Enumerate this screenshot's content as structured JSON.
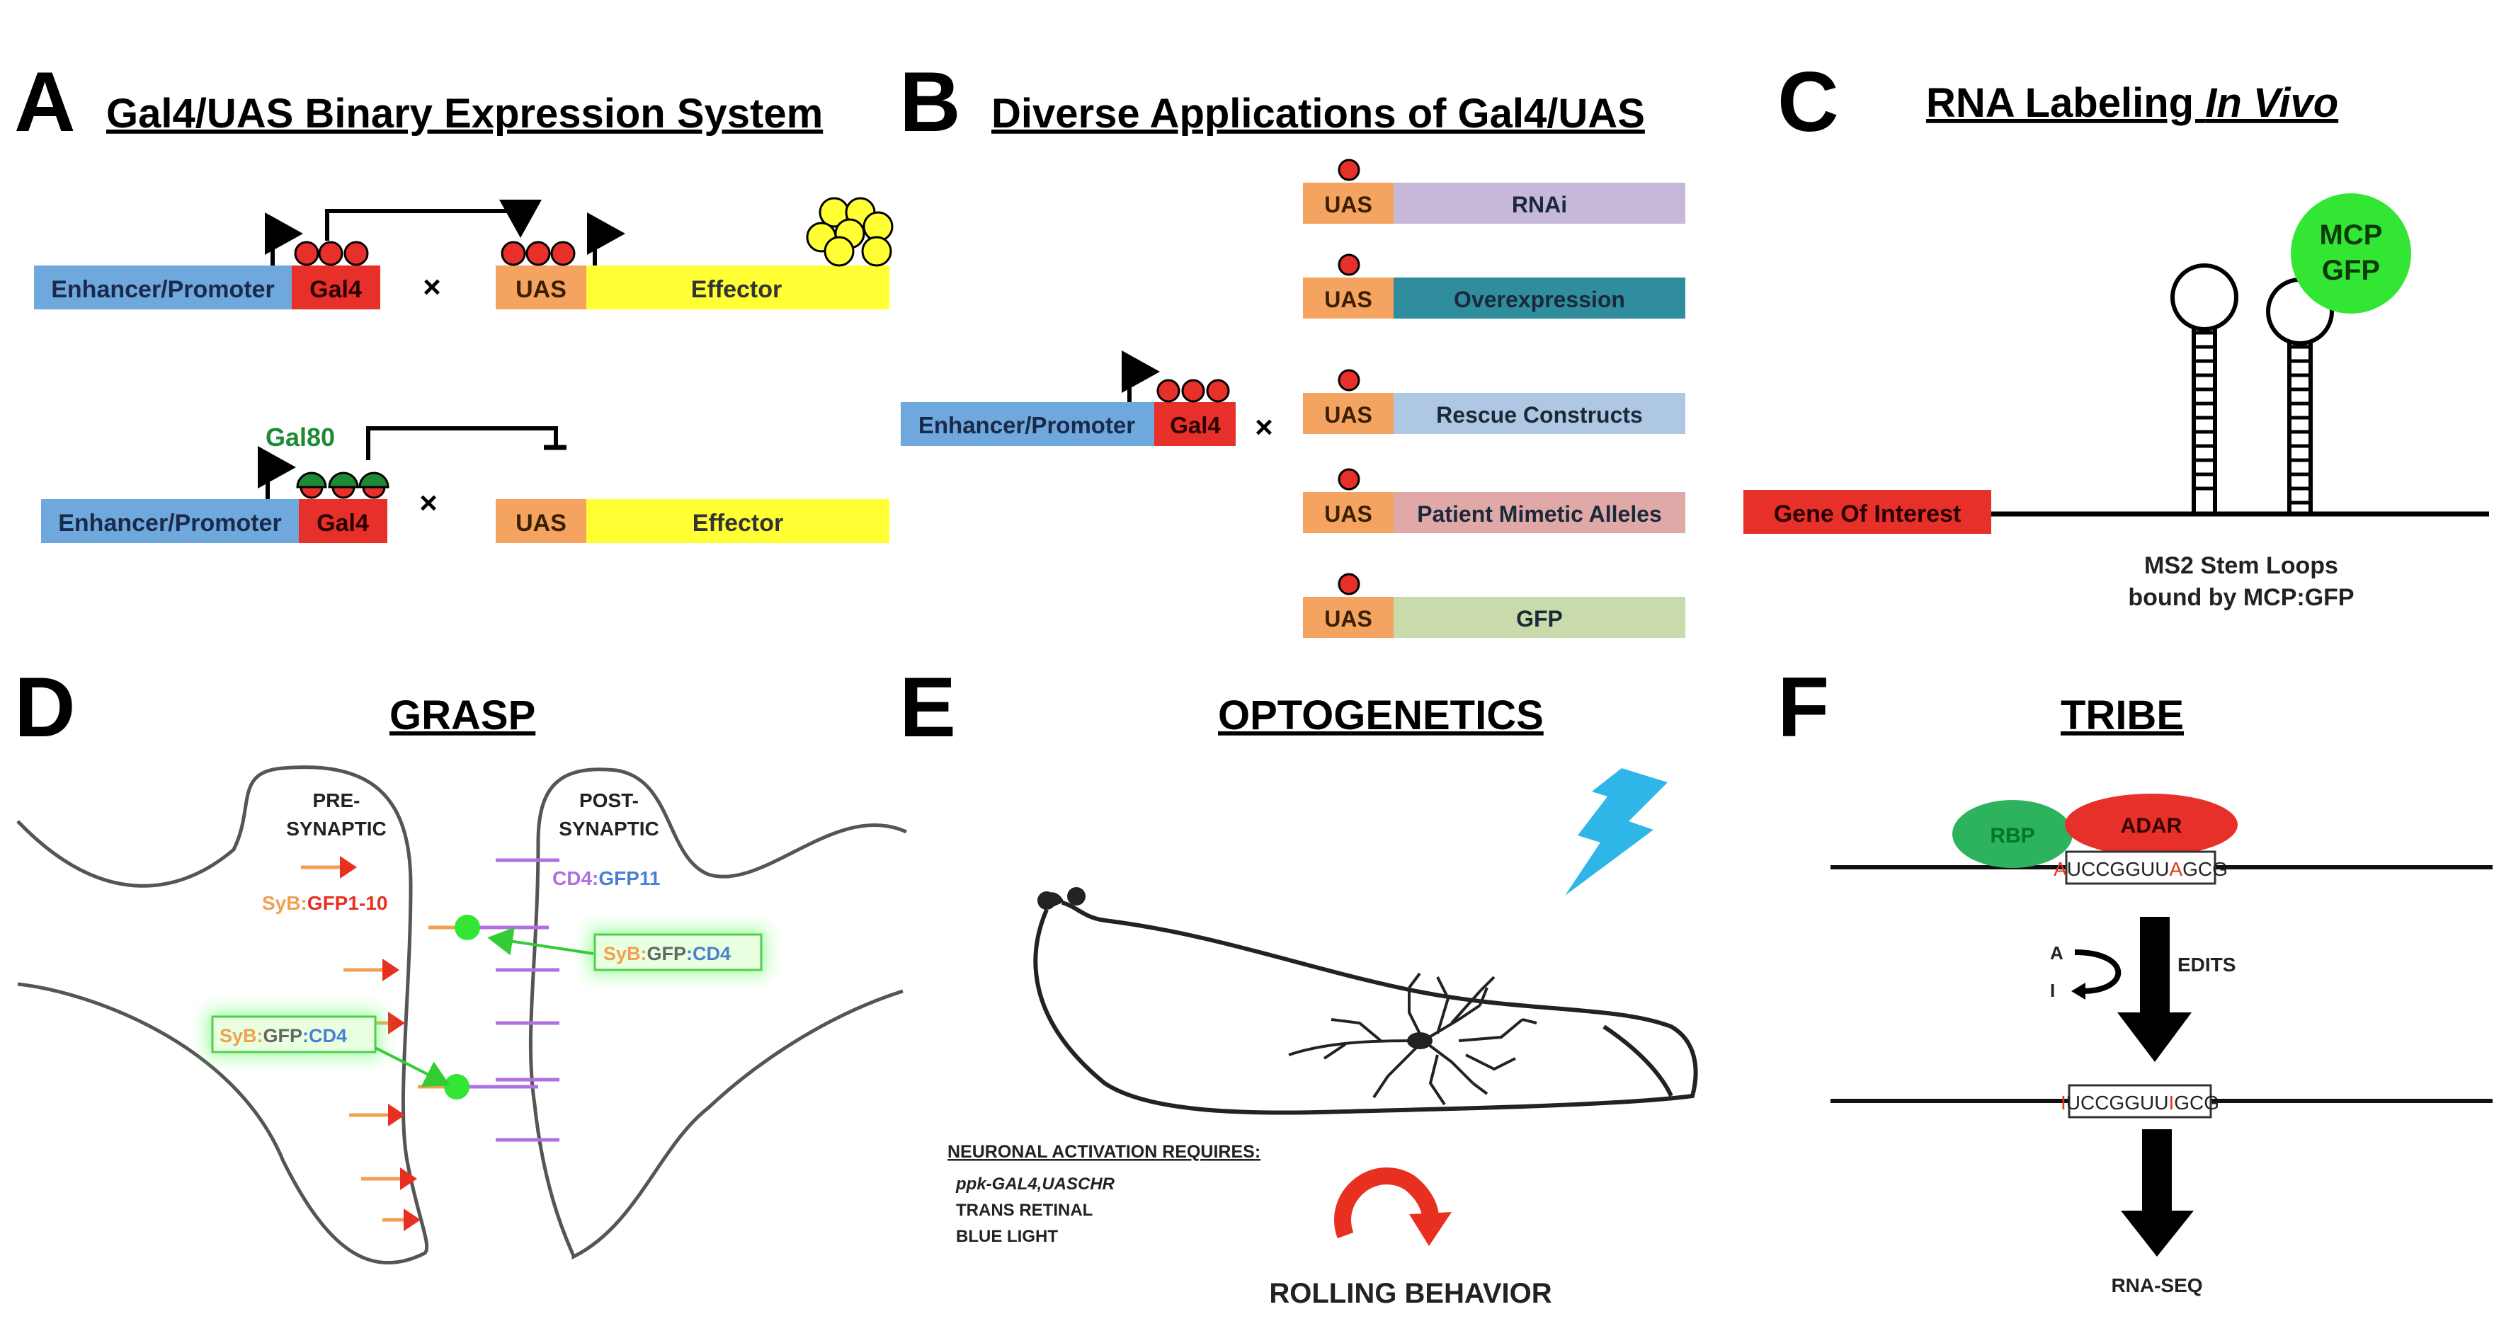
{
  "panels": {
    "A": {
      "letter": "A",
      "title": "Gal4/UAS Binary Expression System",
      "row1": {
        "promoter": "Enhancer/Promoter",
        "gal4": "Gal4",
        "cross": "×",
        "uas": "UAS",
        "effector": "Effector"
      },
      "row2": {
        "gal80": "Gal80",
        "promoter": "Enhancer/Promoter",
        "gal4": "Gal4",
        "cross": "×",
        "uas": "UAS",
        "effector": "Effector"
      }
    },
    "B": {
      "letter": "B",
      "title": "Diverse Applications of Gal4/UAS",
      "promoter": "Enhancer/Promoter",
      "gal4": "Gal4",
      "cross": "×",
      "uas": "UAS",
      "constructs": [
        "RNAi",
        "Overexpression",
        "Rescue Constructs",
        "Patient Mimetic Alleles",
        "GFP"
      ],
      "colors": [
        "#c7b8d9",
        "#2f8d9e",
        "#aec8e3",
        "#e0a9a8",
        "#c9dbaa"
      ]
    },
    "C": {
      "letter": "C",
      "title_main": "RNA Labeling ",
      "title_italic": "In Vivo",
      "mcp_line1": "MCP",
      "mcp_line2": "GFP",
      "gene": "Gene Of Interest",
      "caption_line1": "MS2 Stem Loops",
      "caption_line2": "bound by MCP:GFP"
    },
    "D": {
      "letter": "D",
      "title": "GRASP",
      "pre_line1": "PRE-",
      "pre_line2": "SYNAPTIC",
      "post_line1": "POST-",
      "post_line2": "SYNAPTIC",
      "syb_gfp1": {
        "syb": "SyB:",
        "gfp": "GFP1-10"
      },
      "cd4_gfp11": {
        "cd4": "CD4:",
        "gfp": "GFP11"
      },
      "reconstituted": {
        "syb": "SyB:",
        "gfp": "GFP",
        "cd4": ":CD4"
      }
    },
    "E": {
      "letter": "E",
      "title": "OPTOGENETICS",
      "requires_heading": "NEURONAL ACTIVATION REQUIRES:",
      "requires_items": [
        "ppk-GAL4,UASCHR",
        "TRANS RETINAL",
        "BLUE LIGHT"
      ],
      "behavior": "ROLLING BEHAVIOR"
    },
    "F": {
      "letter": "F",
      "title": "TRIBE",
      "rbp": "RBP",
      "adar": "ADAR",
      "seq_before": {
        "first": "A",
        "middle": "UCCGGUU",
        "edit": "A",
        "end": "GCG"
      },
      "seq_after": {
        "first": "I",
        "middle": "UCCGGUU",
        "edit": "I",
        "end": "GCG"
      },
      "edit_from": "A",
      "edit_to": "I",
      "edits": "EDITS",
      "rnaseq": "RNA-SEQ"
    }
  },
  "colors": {
    "promoter": "#6fa8dc",
    "gal4": "#e8302a",
    "uas": "#f4a460",
    "effector": "#ffff33",
    "gal80": "#1e8a35",
    "gfp_green": "#33e633",
    "light_blue": "#2eb6e8"
  }
}
